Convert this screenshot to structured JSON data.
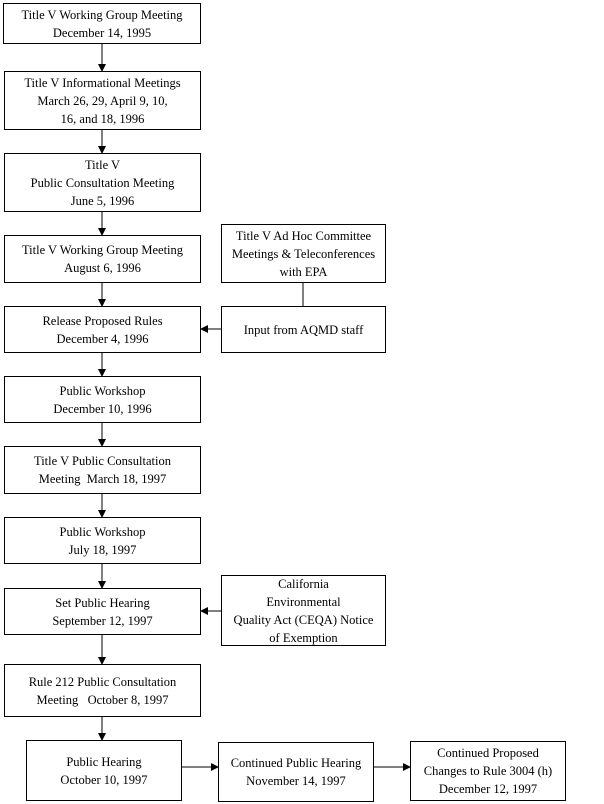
{
  "flowchart": {
    "steps": [
      {
        "lines": [
          "Title V Working Group Meeting",
          "December 14, 1995"
        ]
      },
      {
        "lines": [
          "Title V Informational Meetings",
          "March 26, 29, April 9, 10,",
          "16, and 18, 1996"
        ]
      },
      {
        "lines": [
          "Title V",
          "Public Consultation Meeting",
          "June 5, 1996"
        ]
      },
      {
        "lines": [
          "Title V Working Group Meeting",
          "August 6, 1996"
        ]
      },
      {
        "lines": [
          "Release Proposed Rules",
          "December 4, 1996"
        ]
      },
      {
        "lines": [
          "Public Workshop",
          "December 10, 1996"
        ]
      },
      {
        "lines": [
          "Title V Public Consultation",
          "Meeting  March 18, 1997"
        ]
      },
      {
        "lines": [
          "Public Workshop",
          "July 18, 1997"
        ]
      },
      {
        "lines": [
          "Set Public Hearing",
          "September 12, 1997"
        ]
      },
      {
        "lines": [
          "Rule 212 Public Consultation",
          "Meeting   October 8, 1997"
        ]
      },
      {
        "lines": [
          "Public Hearing",
          "October 10, 1997"
        ]
      },
      {
        "lines": [
          "Continued Public Hearing",
          "November 14, 1997"
        ]
      },
      {
        "lines": [
          "Continued Proposed",
          "Changes to Rule 3004 (h)",
          "December 12, 1997"
        ]
      }
    ],
    "side_inputs": [
      {
        "lines": [
          "Title V Ad Hoc Committee",
          "Meetings & Teleconferences",
          "with EPA"
        ]
      },
      {
        "lines": [
          "Input from AQMD staff"
        ]
      },
      {
        "lines": [
          "California",
          "Environmental",
          "Quality Act (CEQA) Notice",
          "of Exemption"
        ]
      }
    ]
  }
}
